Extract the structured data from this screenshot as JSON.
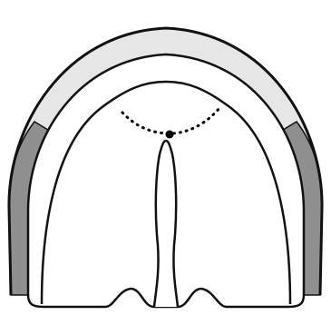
{
  "figure": {
    "kind": "palate-cross-section-schematic",
    "colors": {
      "background": "#ffffff",
      "outline": "#111111",
      "band_light": "#e6e6e6",
      "band_dark": "#8f8f8f",
      "inner_fill": "#ffffff",
      "landmark": "#000000"
    },
    "regions": [
      {
        "id": "outer-band-top",
        "shade": "light"
      },
      {
        "id": "outer-band-left",
        "shade": "dark"
      },
      {
        "id": "outer-band-right",
        "shade": "dark"
      },
      {
        "id": "inner-outline",
        "shade": "none"
      },
      {
        "id": "vault-dome",
        "shade": "none"
      },
      {
        "id": "central-cleft",
        "shade": "none"
      }
    ],
    "landmarks": [
      {
        "id": "central-point",
        "style": "filled-dot"
      },
      {
        "id": "curved-dotted-line",
        "style": "dotted"
      }
    ]
  }
}
